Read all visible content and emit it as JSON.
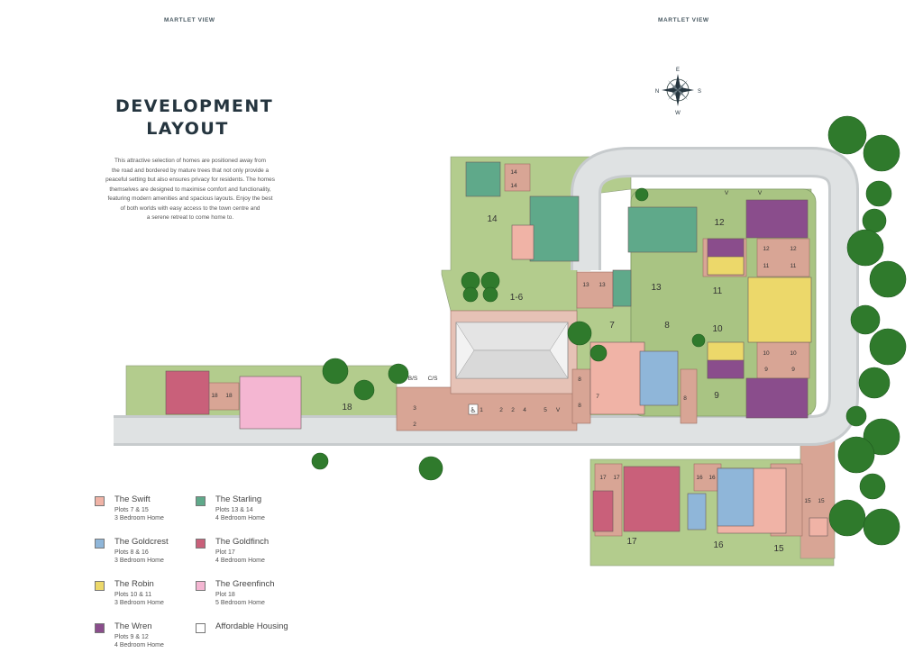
{
  "header": {
    "left_label": "MARTLET VIEW",
    "right_label": "MARTLET VIEW"
  },
  "title": {
    "line1": "DEVELOPMENT",
    "line2": "LAYOUT"
  },
  "description": {
    "lines": [
      "This attractive selection of homes are positioned away from",
      "the road and bordered by mature trees that not only provide a",
      "peaceful setting but also ensures privacy for residents. The homes",
      "themselves are designed to maximise comfort and functionality,",
      "featuring modern amenities and spacious layouts. Enjoy the best",
      "of both worlds with easy access to the town centre and",
      "a serene retreat to come home to."
    ]
  },
  "compass": {
    "n": "N",
    "e": "E",
    "s": "S",
    "w": "W"
  },
  "colors": {
    "swift": "#f0b3a6",
    "goldcrest": "#8fb6d9",
    "robin": "#ecd86a",
    "wren": "#8a4d8c",
    "starling": "#5fa98a",
    "goldfinch": "#c9607a",
    "greenfinch": "#f4b6d2",
    "affordable": "#ffffff",
    "grass": "#b3cc8d",
    "grass_dark": "#8fb068",
    "road": "#d0d4d6",
    "paving": "#d8a595",
    "tree": "#2f7a2c"
  },
  "legend": [
    {
      "name": "The Swift",
      "plots": "Plots 7 & 15",
      "beds": "3 Bedroom Home",
      "color": "#f0b3a6"
    },
    {
      "name": "The Goldcrest",
      "plots": "Plots 8 & 16",
      "beds": "3 Bedroom Home",
      "color": "#8fb6d9"
    },
    {
      "name": "The Robin",
      "plots": "Plots 10 & 11",
      "beds": "3 Bedroom Home",
      "color": "#ecd86a"
    },
    {
      "name": "The Wren",
      "plots": "Plots 9 & 12",
      "beds": "4 Bedroom Home",
      "color": "#8a4d8c"
    },
    {
      "name": "The Starling",
      "plots": "Plots 13 & 14",
      "beds": "4 Bedroom Home",
      "color": "#5fa98a"
    },
    {
      "name": "The Goldfinch",
      "plots": "Plot 17",
      "beds": "4 Bedroom Home",
      "color": "#c9607a"
    },
    {
      "name": "The Greenfinch",
      "plots": "Plot 18",
      "beds": "5 Bedroom Home",
      "color": "#f4b6d2"
    },
    {
      "name": "Affordable Housing",
      "plots": "",
      "beds": "",
      "color": "#ffffff"
    }
  ],
  "plot_labels": {
    "p18": "18",
    "p14": "14",
    "p1_6": "1-6",
    "p7": "7",
    "p8": "8",
    "p9": "9",
    "p10": "10",
    "p11": "11",
    "p12": "12",
    "p13": "13",
    "p15": "15",
    "p16": "16",
    "p17": "17"
  },
  "parking_labels": {
    "p14a": "14",
    "p14b": "14",
    "p13a": "13",
    "p13b": "13",
    "p18a": "18",
    "p18b": "18",
    "p12a": "12",
    "p12b": "12",
    "p11a": "11",
    "p11b": "11",
    "p10a": "10",
    "p10b": "10",
    "p9a": "9",
    "p9b": "9",
    "p7a": "7",
    "p8a": "8",
    "p8b": "8",
    "p8c": "8",
    "p17a": "17",
    "p17b": "17",
    "p16a": "16",
    "p16b": "16",
    "p15a": "15",
    "p15b": "15",
    "v1": "V",
    "v2": "V",
    "v3": "V",
    "bs": "B/S",
    "cs": "C/S",
    "s1": "1",
    "s2": "2",
    "s3": "2",
    "s4": "4",
    "s5": "3",
    "s6": "5",
    "s7": "2"
  }
}
